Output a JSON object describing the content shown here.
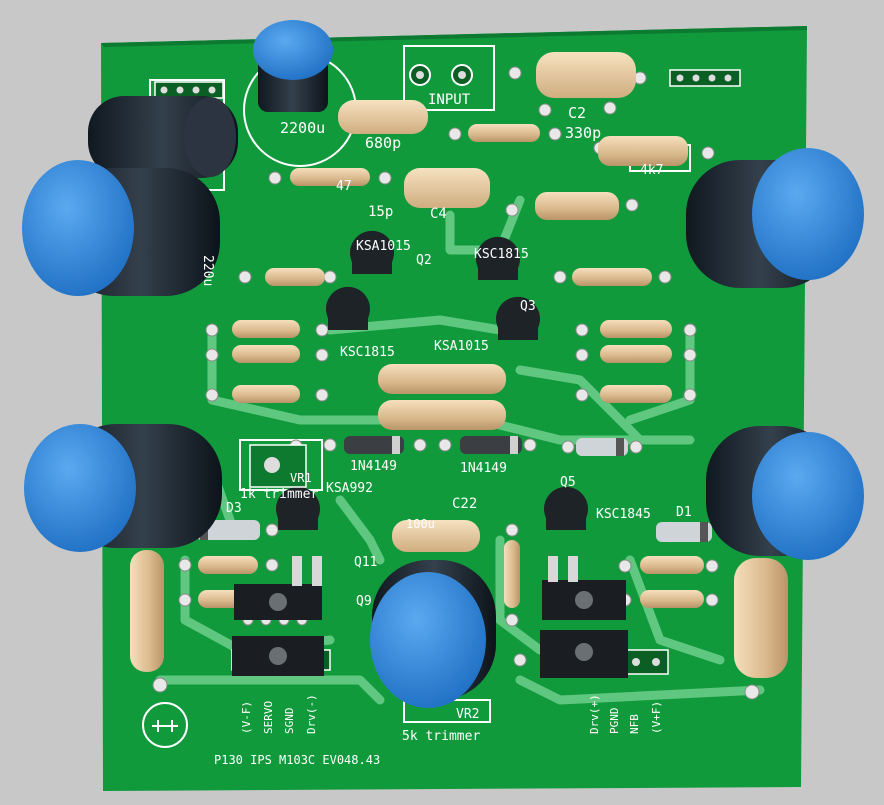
{
  "board": {
    "footer": "P130 IPS M103C EV048.43",
    "colors": {
      "pcb": "#109a3c",
      "pcb_dark": "#0a6e2a",
      "copper": "#6fcf8a",
      "silk": "#ffffff",
      "bg": "#c8c8c8",
      "cap_blue": "#2f86d8",
      "cap_black": "#1e2a36",
      "resistor": "#e8c9a0"
    }
  },
  "labels": {
    "input": "INPUT",
    "c2200": "2200u",
    "c680": "680p",
    "c2": "C2",
    "c330": "330p",
    "r4k7": "4k7",
    "r47": "47",
    "c15p": "15p",
    "c4": "C4",
    "q2_part": "KSA1015",
    "q2": "Q2",
    "q3_part": "KSC1815",
    "q3": "Q3",
    "q_left_part": "KSC1815",
    "q_right_part": "KSA1015",
    "d_left": "1N4149",
    "d_right": "1N4149",
    "vr1": "VR1",
    "vr1_desc": "1k trimmer",
    "ksa992": "KSA992",
    "d3": "D3",
    "c22": "C22",
    "c22_val": "100u",
    "q5": "Q5",
    "ksc1845": "KSC1845",
    "d1": "D1",
    "q11": "Q11",
    "q9": "Q9",
    "vr2": "VR2",
    "vr2_desc": "5k trimmer",
    "c_left": "220u",
    "pins_left": [
      "(V-F)",
      "SERVO",
      "SGND",
      "Drv(-)"
    ],
    "pins_right": [
      "Drv(+)",
      "PGND",
      "NFB",
      "(V+F)"
    ]
  }
}
